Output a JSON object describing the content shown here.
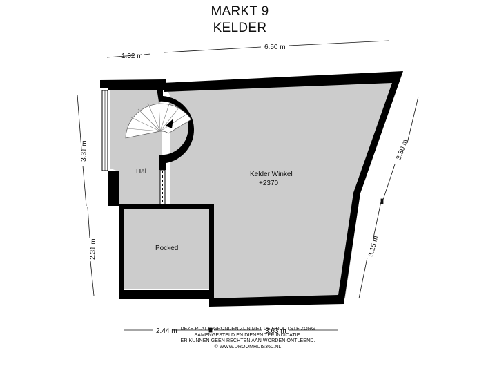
{
  "title": {
    "line1": "MARKT 9",
    "line2": "KELDER"
  },
  "dimensions": {
    "top_left": "1.32 m",
    "top_right": "6.50 m",
    "left_upper": "3.31 m",
    "left_lower": "2.31 m",
    "right_upper": "3.30 m",
    "right_lower": "3.15 m",
    "bottom_left": "2.44 m",
    "bottom_right": "3.63 m"
  },
  "rooms": {
    "hal": {
      "name": "Hal"
    },
    "kelder_winkel": {
      "name": "Kelder Winkel",
      "level": "+2370"
    },
    "pocked": {
      "name": "Pocked"
    }
  },
  "disclaimer": {
    "line1": "DEZE PLATTEGRONDEN ZIJN MET DE GROOTSTE ZORG",
    "line2": "SAMENGESTELD EN DIENEN TER INDICATIE.",
    "line3": "ER KUNNEN GEEN RECHTEN AAN WORDEN ONTLEEND.",
    "line4": "© WWW.DROOMHUIS360.NL"
  },
  "colors": {
    "wall": "#000000",
    "floor": "#cccccc",
    "stair": "#ffffff",
    "dimension_line": "#111111"
  }
}
